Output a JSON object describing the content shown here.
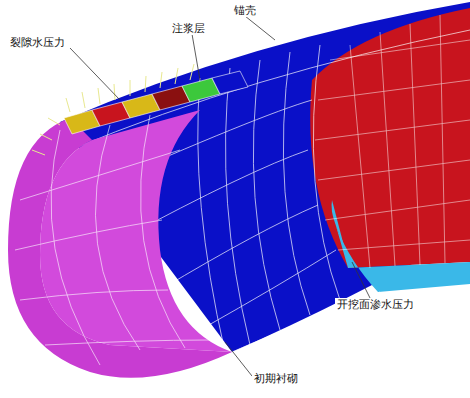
{
  "diagram": {
    "labels": [
      "裂隙水压力",
      "注浆层",
      "锚壳",
      "开挖面渗水压力",
      "初期衬砌"
    ]
  }
}
